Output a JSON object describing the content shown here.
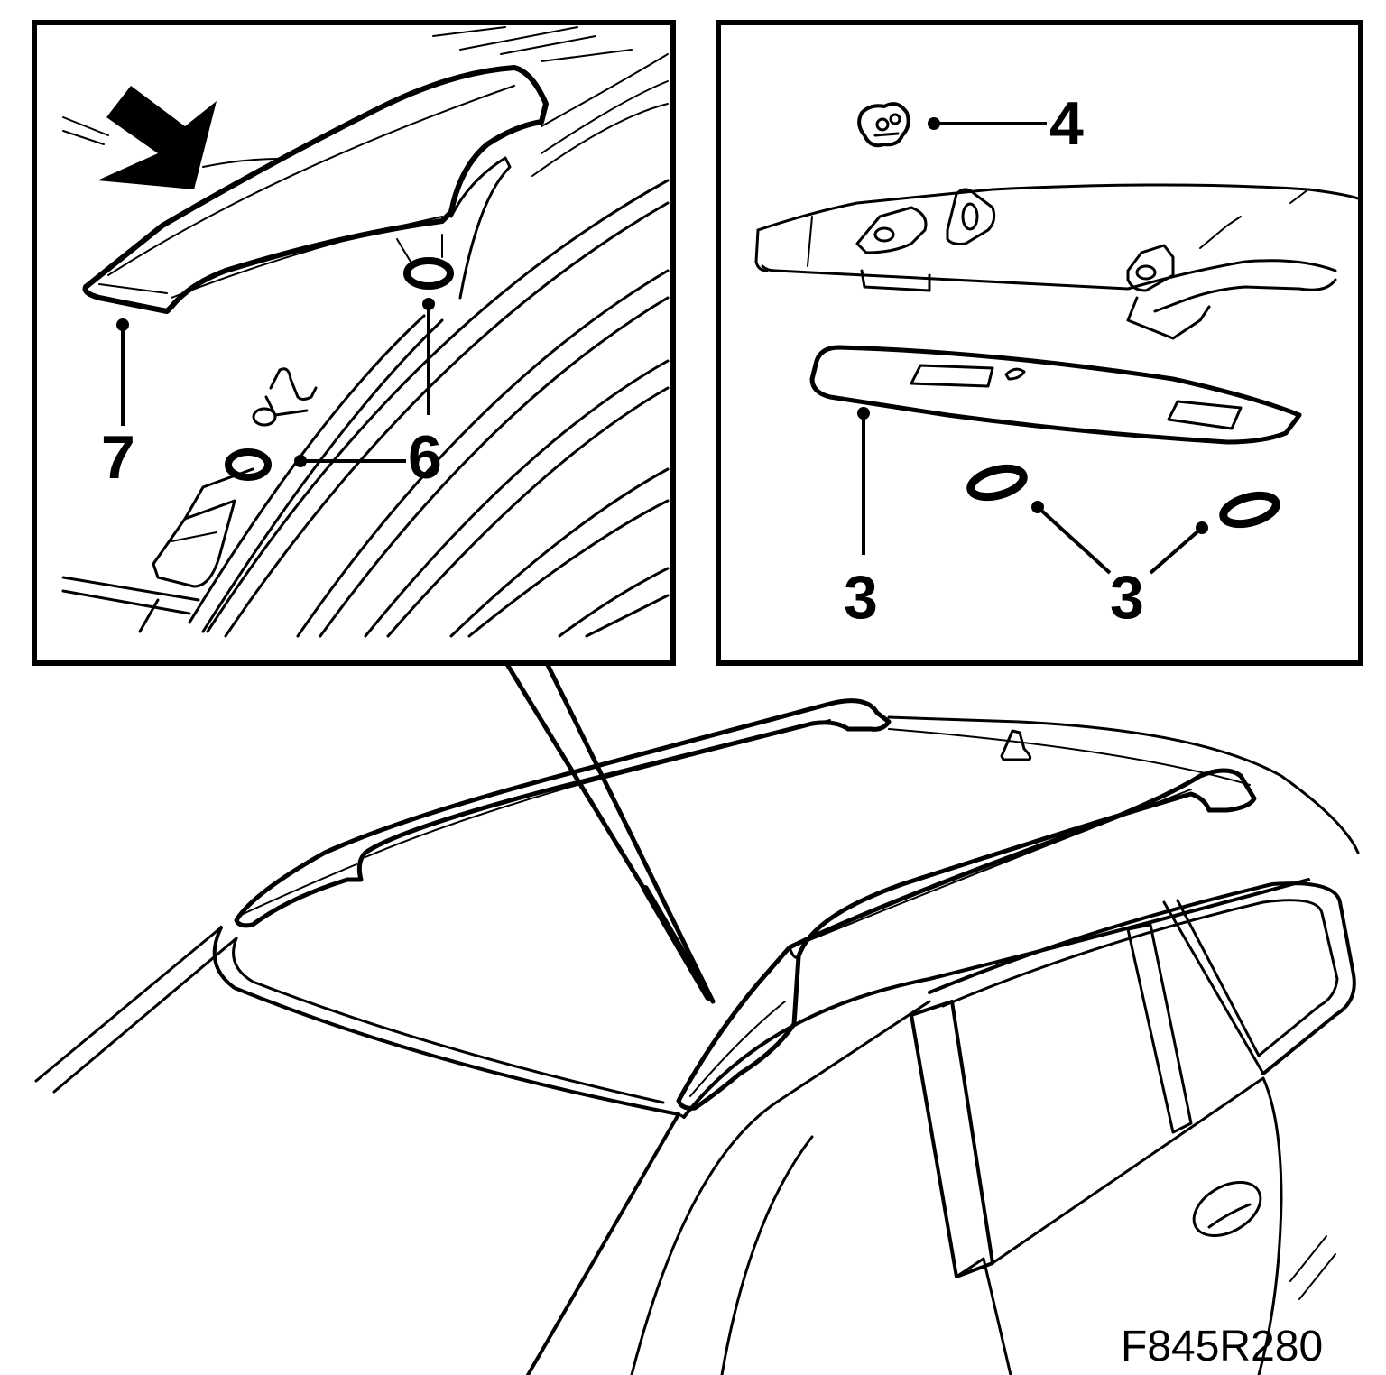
{
  "figure": {
    "code": "F845R280",
    "stroke_color": "#000000",
    "background_color": "#ffffff"
  },
  "left_inset": {
    "callouts": [
      {
        "id": "7",
        "text": "7"
      },
      {
        "id": "6",
        "text": "6"
      }
    ]
  },
  "right_inset": {
    "callouts": [
      {
        "id": "4",
        "text": "4"
      },
      {
        "id": "3a",
        "text": "3"
      },
      {
        "id": "3b",
        "text": "3"
      }
    ]
  }
}
